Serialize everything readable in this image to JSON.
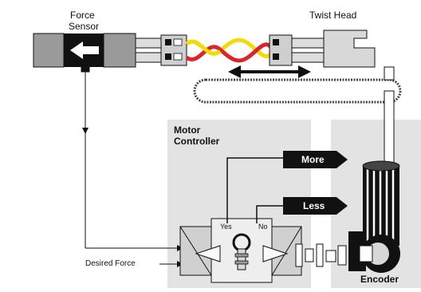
{
  "diagram": {
    "labels": {
      "force_sensor_line1": "Force",
      "force_sensor_line2": "Sensor",
      "twist_head": "Twist Head",
      "motor_controller_line1": "Motor",
      "motor_controller_line2": "Controller",
      "more": "More",
      "less": "Less",
      "yes": "Yes",
      "no": "No",
      "desired_force": "Desired Force",
      "encoder": "Encoder"
    },
    "colors": {
      "panel_gray": "#e3e3e3",
      "dark": "#111111",
      "sensor_gray": "#9a9a9a",
      "twist_yellow": "#f5d90a",
      "twist_red": "#d9262b",
      "belt": "#444444"
    }
  }
}
